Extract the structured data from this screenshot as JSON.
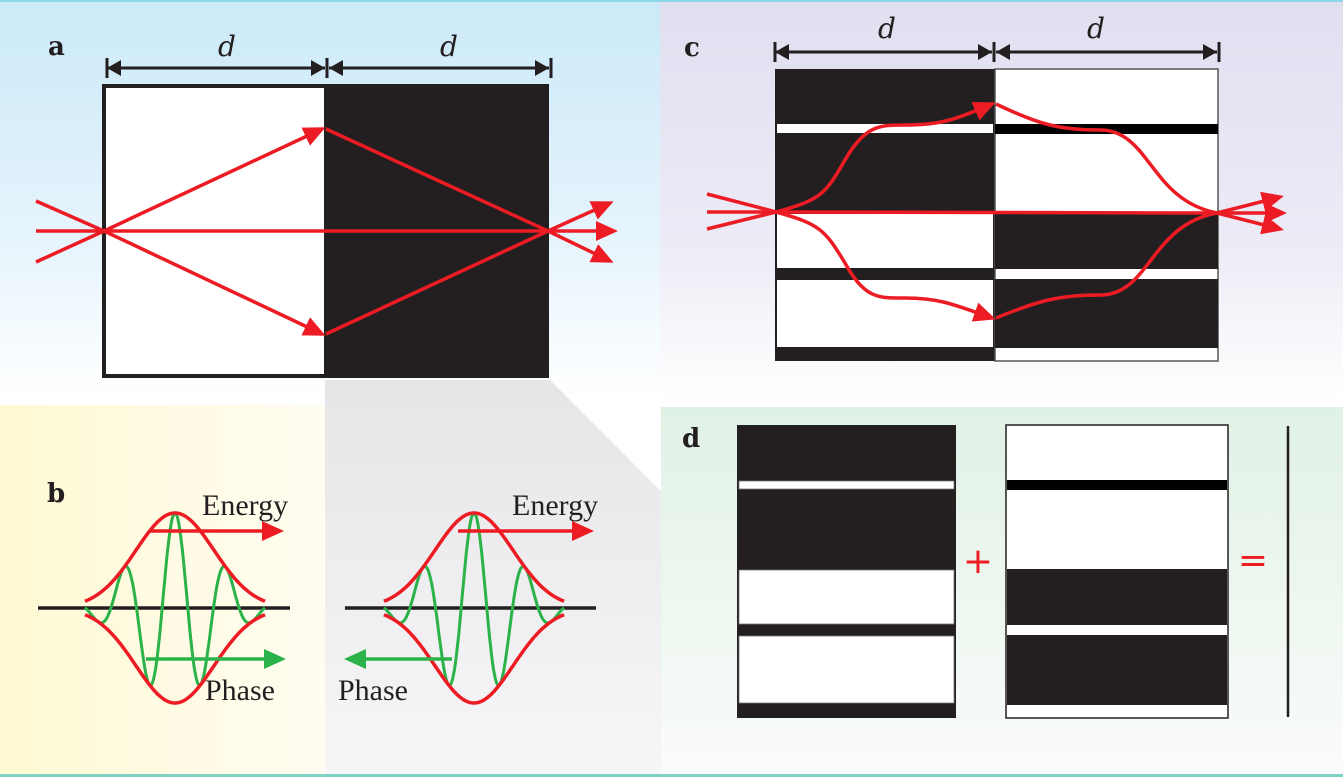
{
  "figure": {
    "colors": {
      "ray": "#ed1c24",
      "phase": "#2bb34a",
      "dark": "#231f20",
      "light": "#ffffff"
    },
    "panel_a": {
      "label": "a",
      "dimension_labels": [
        "d",
        "d"
      ],
      "slabs": [
        "white",
        "black"
      ]
    },
    "panel_b": {
      "label": "b",
      "left": {
        "energy_label": "Energy",
        "phase_label": "Phase",
        "energy_direction": "right",
        "phase_direction": "right"
      },
      "right": {
        "energy_label": "Energy",
        "phase_label": "Phase",
        "energy_direction": "right",
        "phase_direction": "left"
      }
    },
    "panel_c": {
      "label": "c",
      "dimension_labels": [
        "d",
        "d"
      ]
    },
    "panel_d": {
      "label": "d",
      "plus": "+",
      "equals": "="
    }
  }
}
